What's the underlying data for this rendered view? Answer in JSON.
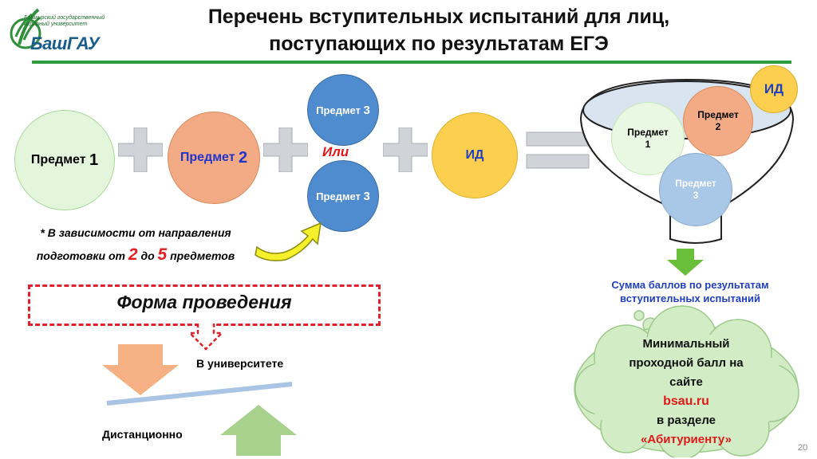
{
  "header": {
    "title_line1": "Перечень вступительных испытаний для лиц,",
    "title_line2": "поступающих по результатам ЕГЭ"
  },
  "logo": {
    "university_line1": "Башкирский государственный",
    "university_line2": "аграрный университет",
    "name": "БашГАУ"
  },
  "flow": {
    "subject1_word": "Предмет",
    "subject1_num": "1",
    "subject2_word": "Предмет",
    "subject2_num": "2",
    "subject3_word": "Предмет",
    "subject3_num": "3",
    "or_label": "Или",
    "id_label": "ИД"
  },
  "note": {
    "line1": "* В зависимости от направления",
    "line2_prefix": "подготовки от",
    "num_from": "2",
    "word_to": "до",
    "num_to": "5",
    "line2_suffix": "предметов"
  },
  "funnel": {
    "id_label": "ИД",
    "subject1_word": "Предмет",
    "subject1_num": "1",
    "subject2_word": "Предмет",
    "subject2_num": "2",
    "subject3_word": "Предмет",
    "subject3_num": "3"
  },
  "result": {
    "sum_line1": "Сумма баллов по результатам",
    "sum_line2": "вступительных испытаний"
  },
  "cloud": {
    "line1": "Минимальный",
    "line2": "проходной балл на",
    "line3": "сайте",
    "site": "bsau.ru",
    "line5": "в разделе",
    "section": "«Абитуриенту»"
  },
  "form": {
    "heading": "Форма проведения",
    "option1": "В университете",
    "option2": "Дистанционно"
  },
  "page_number": "20",
  "colors": {
    "green_line": "#2e9b3e",
    "subject1_fill": "#e3f6dc",
    "subject2_fill": "#f2ab84",
    "subject3_fill": "#4f8bcf",
    "id_fill": "#fccf4e",
    "plus_fill": "#d0d3d8",
    "accent_red": "#e01818",
    "accent_blue": "#1f3fbf",
    "cloud_fill": "#d2ecc6"
  }
}
